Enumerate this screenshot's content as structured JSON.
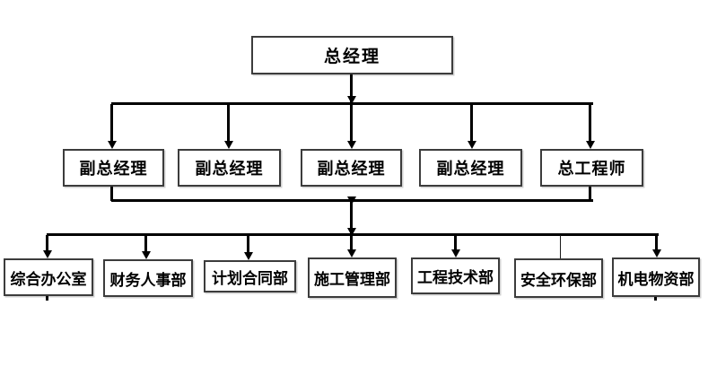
{
  "org_chart": {
    "type": "organization-chart",
    "root": {
      "label": "总经理"
    },
    "level2": [
      {
        "label": "副总经理"
      },
      {
        "label": "副总经理"
      },
      {
        "label": "副总经理"
      },
      {
        "label": "副总经理"
      },
      {
        "label": "总工程师"
      }
    ],
    "level3": [
      {
        "label": "综合办公室"
      },
      {
        "label": "财务人事部"
      },
      {
        "label": "计划合同部"
      },
      {
        "label": "施工管理部"
      },
      {
        "label": "工程技术部"
      },
      {
        "label": "安全环保部"
      },
      {
        "label": "机电物资部"
      }
    ]
  },
  "colors": {
    "line": "#000000",
    "box_border": "#3c3c3c",
    "text": "#000000",
    "background": "#ffffff"
  }
}
